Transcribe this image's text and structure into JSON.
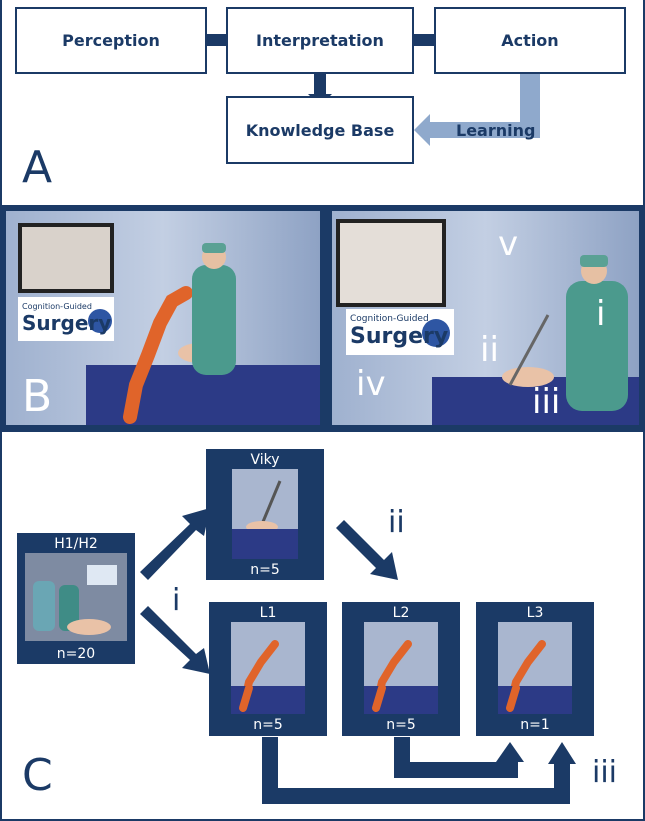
{
  "panel_a": {
    "letter": "A",
    "boxes": {
      "perception": "Perception",
      "interpretation": "Interpretation",
      "action": "Action",
      "knowledge_base": "Knowledge Base"
    },
    "learning_label": "Learning"
  },
  "panel_b": {
    "letter": "B",
    "logo_line1": "Cognition-Guided",
    "logo_line2": "Surgery",
    "labels": {
      "i": "i",
      "ii": "ii",
      "iii": "iii",
      "iv": "iv",
      "v": "v"
    }
  },
  "panel_c": {
    "letter": "C",
    "nodes": {
      "h1h2": {
        "title": "H1/H2",
        "n": "n=20"
      },
      "viky": {
        "title": "Viky",
        "n": "n=5"
      },
      "l1": {
        "title": "L1",
        "n": "n=5"
      },
      "l2": {
        "title": "L2",
        "n": "n=5"
      },
      "l3": {
        "title": "L3",
        "n": "n=1"
      }
    },
    "flow_labels": {
      "i": "i",
      "ii": "ii",
      "iii": "iii"
    }
  },
  "colors": {
    "navy": "#1b3a66",
    "arrow_light": "#8fa9cc",
    "robot_orange": "#e0642a"
  }
}
